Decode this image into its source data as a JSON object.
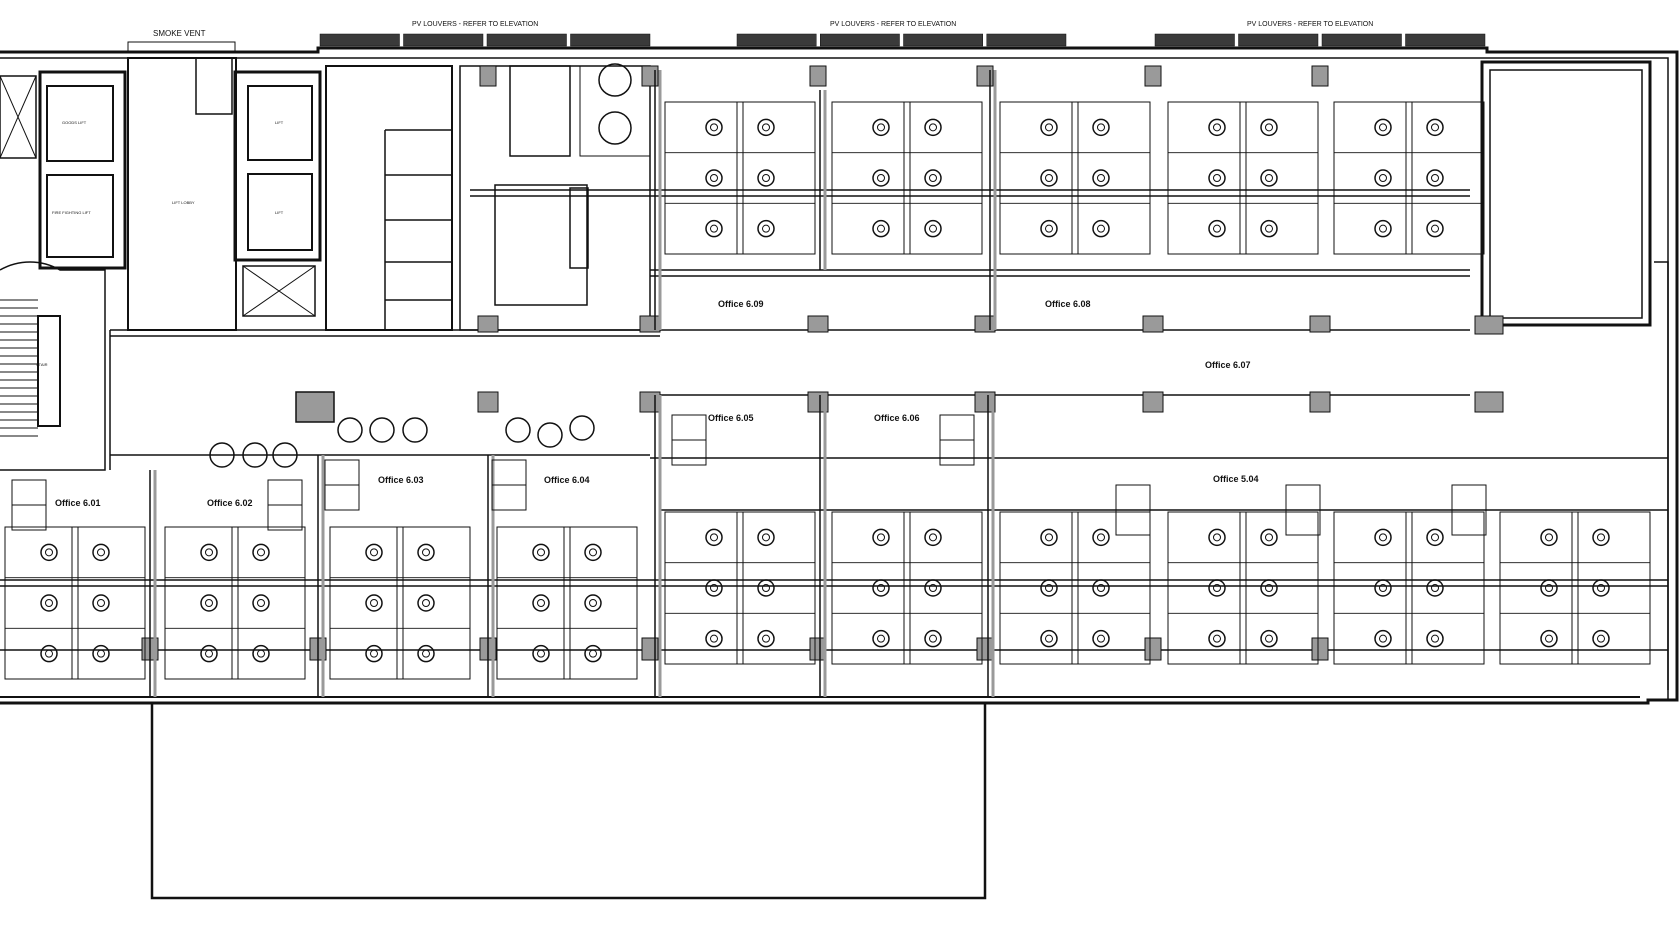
{
  "drawing": {
    "top_labels": {
      "smoke_vent": "SMOKE VENT",
      "pv_louvers": "PV LOUVERS - REFER TO ELEVATION"
    },
    "lift_labels": {
      "goods_lift": "GOODS LIFT",
      "firefighting_lift": "FIRE FIGHTING LIFT",
      "lift": "LIFT",
      "lift_lobby": "LIFT LOBBY",
      "stair": "STAIR"
    },
    "offices": [
      "Office 6.01",
      "Office 6.02",
      "Office 6.03",
      "Office 6.04",
      "Office 6.05",
      "Office 6.06",
      "Office 6.07",
      "Office 6.08",
      "Office 6.09",
      "Office 5.04"
    ],
    "colors": {
      "line": "#111111",
      "column": "#9a9a9a",
      "louver": "#3a3a3a",
      "background": "#ffffff"
    }
  }
}
